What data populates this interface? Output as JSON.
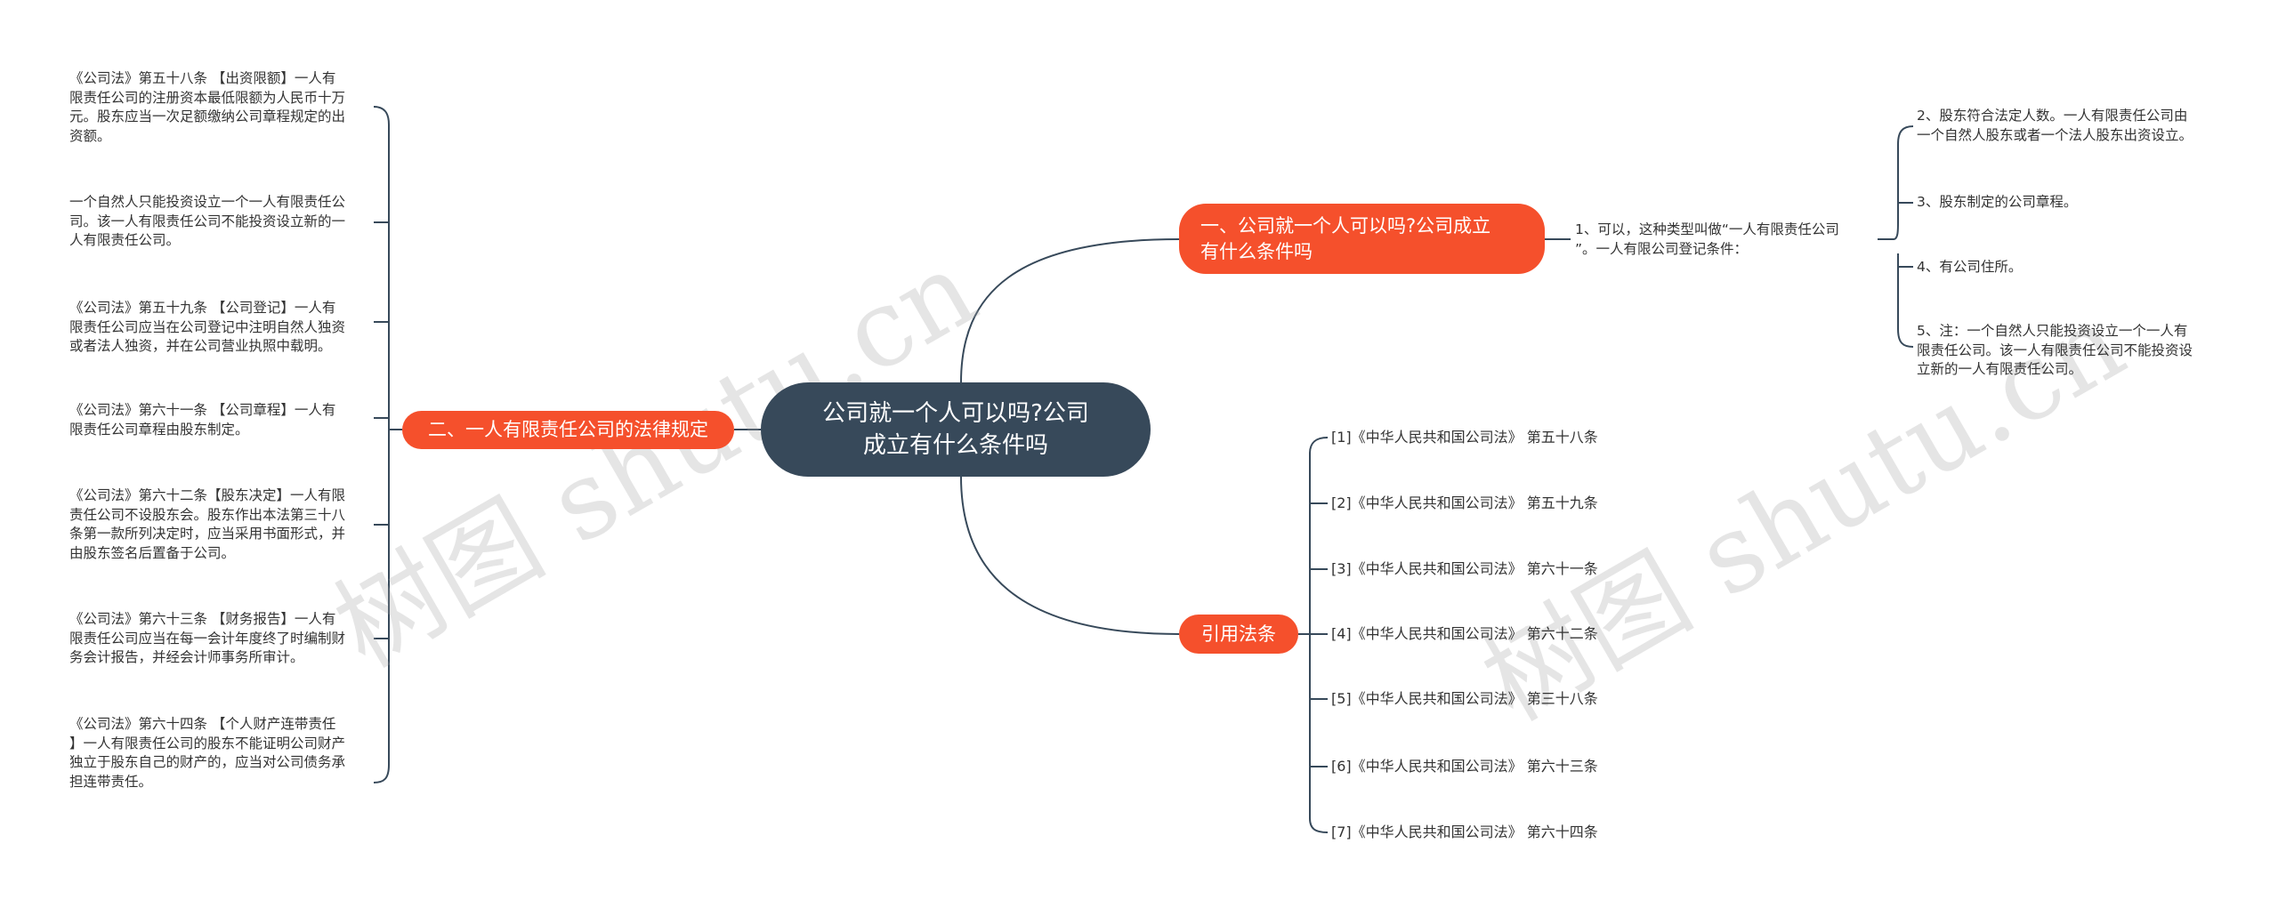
{
  "root": {
    "title": "公司就一个人可以吗?公司\n成立有什么条件吗"
  },
  "branch_right_top": {
    "title": "一、公司就一个人可以吗?公司成立\n有什么条件吗",
    "intro": "1、可以，这种类型叫做“一人有限责任公司\n”。一人有限公司登记条件：",
    "conditions": [
      "2、股东符合法定人数。一人有限责任公司由\n一个自然人股东或者一个法人股东出资设立。",
      "3、股东制定的公司章程。",
      "4、有公司住所。",
      "5、注：一个自然人只能投资设立一个一人有\n限责任公司。该一人有限责任公司不能投资设\n立新的一人有限责任公司。"
    ]
  },
  "branch_left": {
    "title": "二、一人有限责任公司的法律规定",
    "items": [
      "《公司法》第五十八条 【出资限额】一人有\n限责任公司的注册资本最低限额为人民币十万\n元。股东应当一次足额缴纳公司章程规定的出\n资额。",
      "一个自然人只能投资设立一个一人有限责任公\n司。该一人有限责任公司不能投资设立新的一\n人有限责任公司。",
      "《公司法》第五十九条 【公司登记】一人有\n限责任公司应当在公司登记中注明自然人独资\n或者法人独资，并在公司营业执照中载明。",
      "《公司法》第六十一条 【公司章程】一人有\n限责任公司章程由股东制定。",
      "《公司法》第六十二条【股东决定】一人有限\n责任公司不设股东会。股东作出本法第三十八\n条第一款所列决定时，应当采用书面形式，并\n由股东签名后置备于公司。",
      "《公司法》第六十三条 【财务报告】一人有\n限责任公司应当在每一会计年度终了时编制财\n务会计报告，并经会计师事务所审计。",
      "《公司法》第六十四条 【个人财产连带责任\n】一人有限责任公司的股东不能证明公司财产\n独立于股东自己的财产的，应当对公司债务承\n担连带责任。"
    ]
  },
  "branch_right_bottom": {
    "title": "引用法条",
    "refs": [
      "[1]《中华人民共和国公司法》 第五十八条",
      "[2]《中华人民共和国公司法》 第五十九条",
      "[3]《中华人民共和国公司法》 第六十一条",
      "[4]《中华人民共和国公司法》 第六十二条",
      "[5]《中华人民共和国公司法》 第三十八条",
      "[6]《中华人民共和国公司法》 第六十三条",
      "[7]《中华人民共和国公司法》 第六十四条"
    ]
  },
  "watermark": "树图 shutu.cn",
  "colors": {
    "root": "#37495a",
    "branch": "#f5502c",
    "line": "#37495a"
  }
}
